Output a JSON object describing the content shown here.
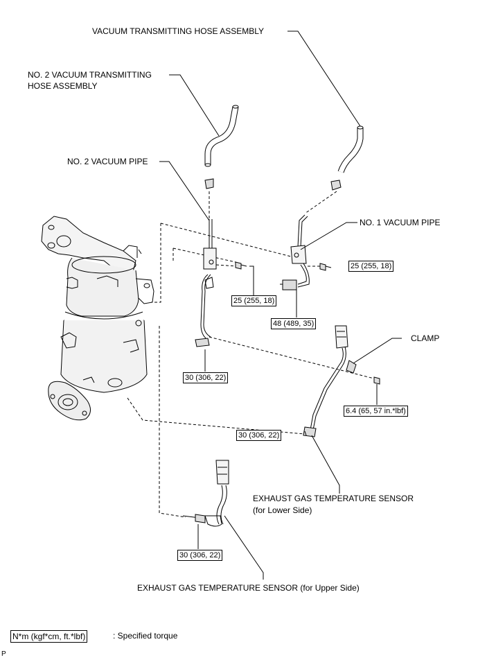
{
  "labels": {
    "vacuum_hose": "VACUUM TRANSMITTING HOSE ASSEMBLY",
    "no2_hose_line1": "NO. 2 VACUUM TRANSMITTING",
    "no2_hose_line2": "HOSE ASSEMBLY",
    "no2_pipe": "NO. 2 VACUUM PIPE",
    "no1_pipe": "NO. 1 VACUUM PIPE",
    "clamp": "CLAMP",
    "lower_sensor_line1": "EXHAUST GAS TEMPERATURE SENSOR",
    "lower_sensor_line2": "(for Lower Side)",
    "upper_sensor": "EXHAUST GAS TEMPERATURE SENSOR (for Upper Side)"
  },
  "torques": {
    "t_no1_bolt": "25 (255, 18)",
    "t_no2_bolt": "25 (255, 18)",
    "t_no1_pipe_end": "48 (489, 35)",
    "t_no2_pipe_end": "30 (306, 22)",
    "t_clamp_nut": "6.4 (65, 57 in.*lbf)",
    "t_lower_sensor": "30 (306, 22)",
    "t_upper_sensor": "30 (306, 22)"
  },
  "legend": {
    "unit": "N*m (kgf*cm, ft.*lbf)",
    "text": ": Specified torque"
  },
  "corner_mark": "P"
}
